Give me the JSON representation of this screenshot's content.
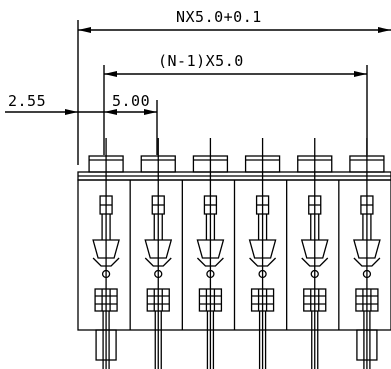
{
  "dimensions": {
    "overall": "NX5.0+0.1",
    "inner": "(N-1)X5.0",
    "offset": "2.55",
    "pitch": "5.00"
  },
  "terminal_count": 6
}
